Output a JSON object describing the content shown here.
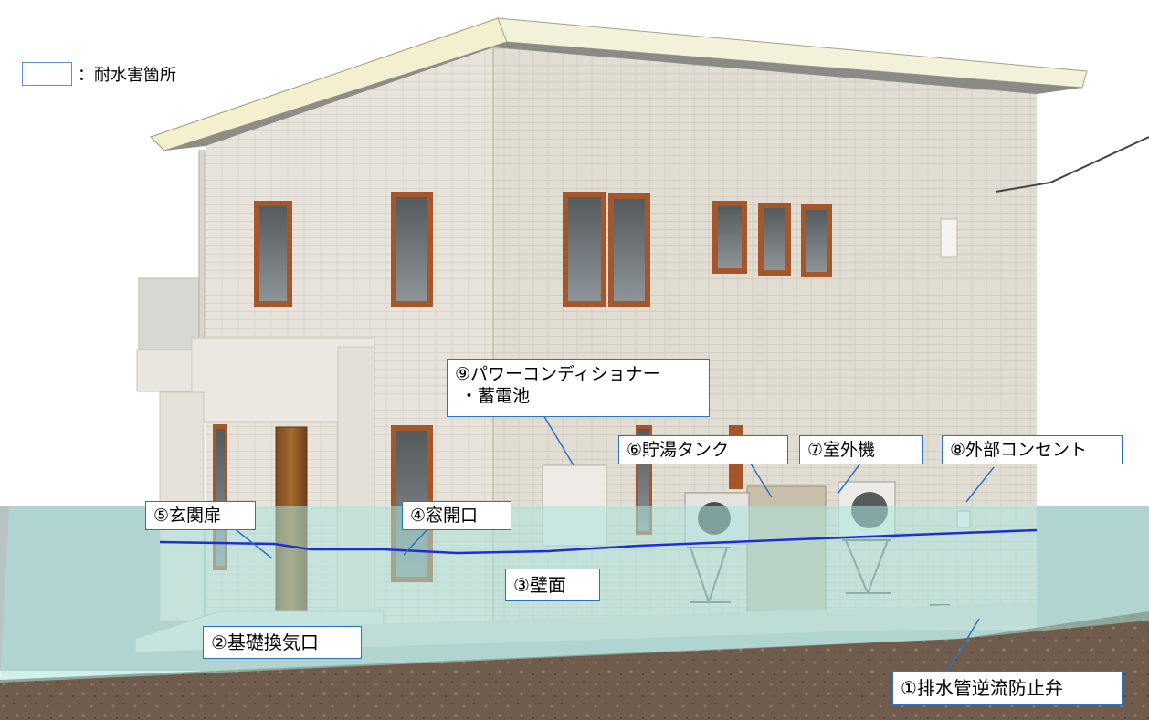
{
  "legend": {
    "label": "：耐水害箇所"
  },
  "callouts": {
    "c1": "①排水管逆流防止弁",
    "c2": "②基礎換気口",
    "c3": "③壁面",
    "c4": "④窓開口",
    "c5": "⑤玄関扉",
    "c6": "⑥貯湯タンク",
    "c7": "⑦室外機",
    "c8": "⑧外部コンセント",
    "c9_line1": "⑨パワーコンディショナー",
    "c9_line2": "・蓄電池"
  },
  "colors": {
    "callout_border": "#2b73c2",
    "flood_line": "#1c2fd6",
    "water": "#a9e3dc",
    "wall": "#e6e2d8",
    "ground": "#6e5a4a",
    "window_frame": "#a5562b"
  }
}
